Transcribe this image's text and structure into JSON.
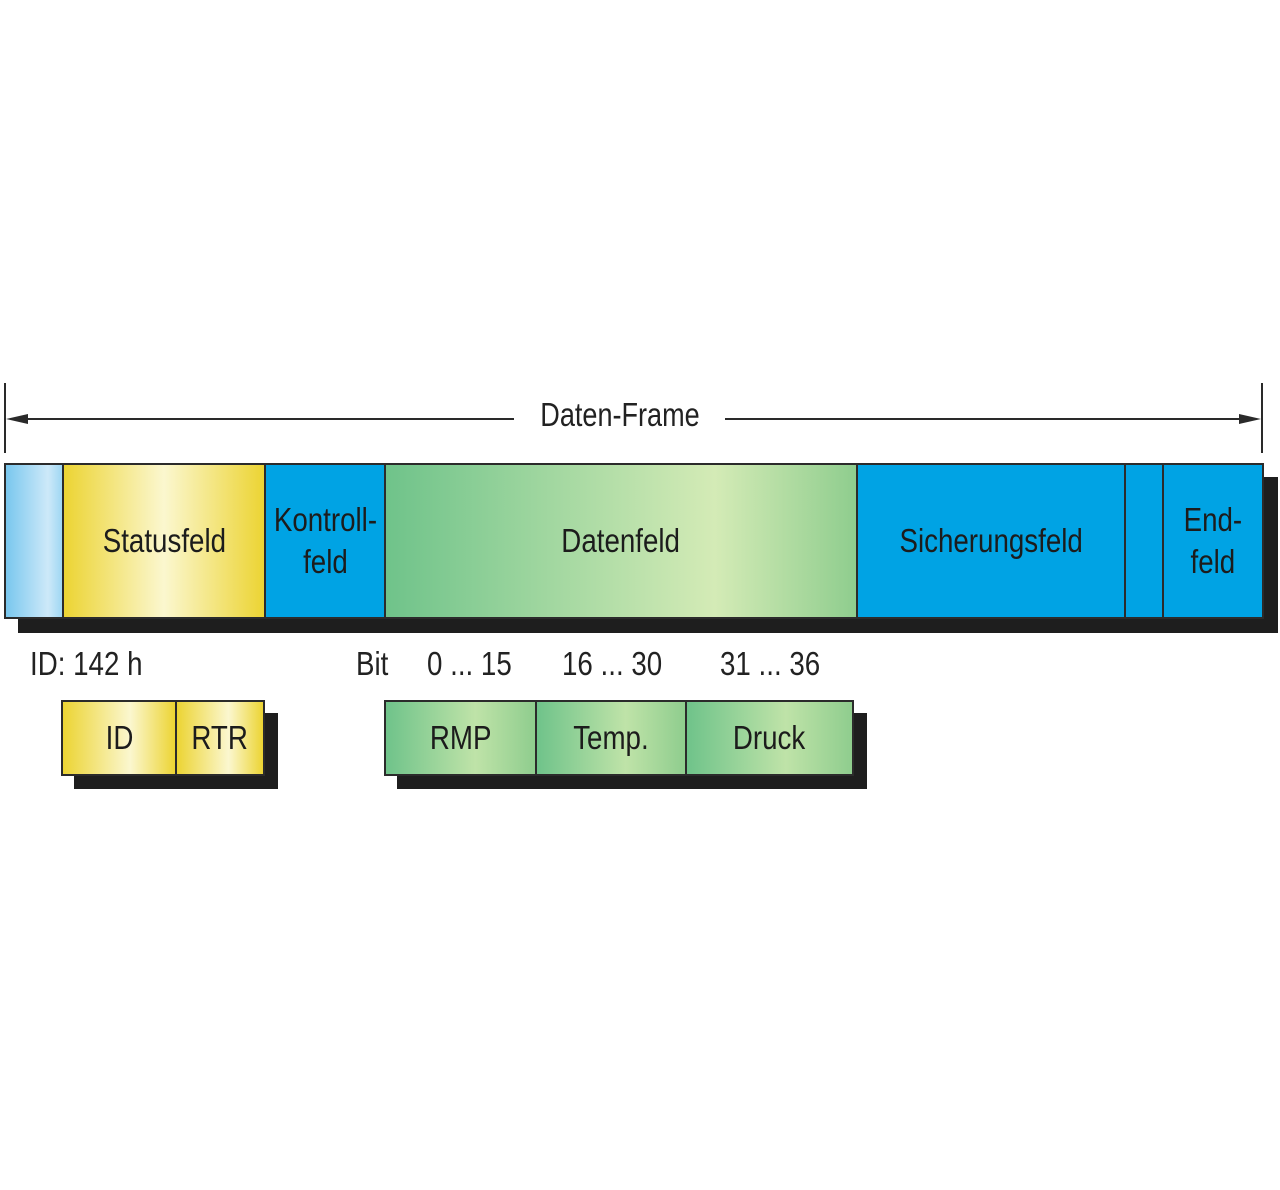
{
  "frame": {
    "title": "Daten-Frame",
    "segments": [
      {
        "id": "sof",
        "label": ""
      },
      {
        "id": "status",
        "label": "Statusfeld"
      },
      {
        "id": "kontroll",
        "label": "Kontroll-\nfeld"
      },
      {
        "id": "daten",
        "label": "Datenfeld"
      },
      {
        "id": "sicherung",
        "label": "Sicherungsfeld"
      },
      {
        "id": "ack",
        "label": ""
      },
      {
        "id": "end",
        "label": "End-\nfeld"
      }
    ]
  },
  "labels": {
    "id_value": "ID: 142 h",
    "bit": "Bit",
    "bit_ranges": [
      "0 ... 15",
      "16 ... 30",
      "31 ... 36"
    ]
  },
  "status_detail": [
    "ID",
    "RTR"
  ],
  "data_detail": [
    "RMP",
    "Temp.",
    "Druck"
  ],
  "colors": {
    "blue": "#00a3e4",
    "yellow": "#ecd433",
    "green": "#6fc38a"
  }
}
